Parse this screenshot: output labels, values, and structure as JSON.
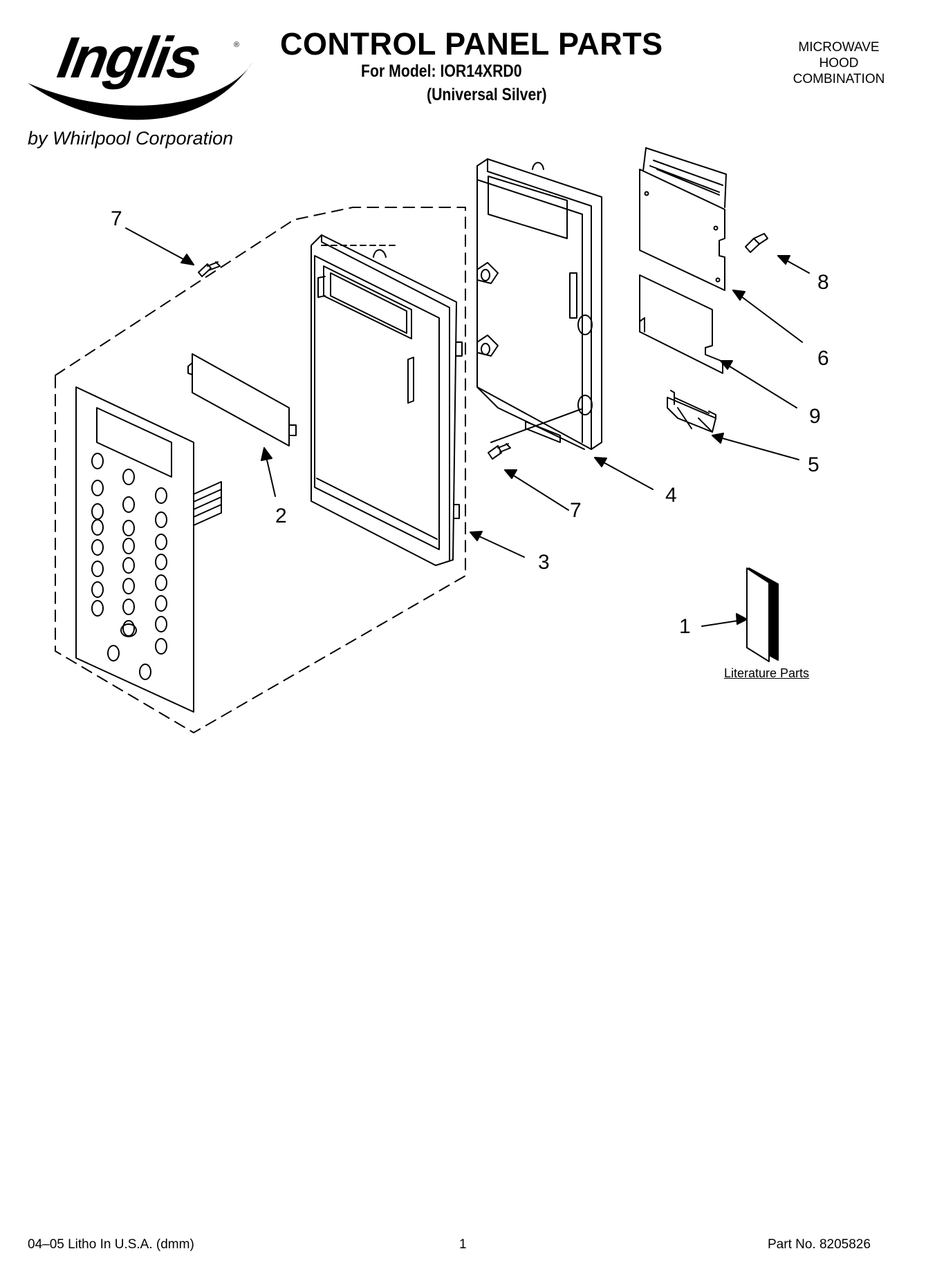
{
  "header": {
    "brand": "Inglis",
    "byline": "by Whirlpool Corporation",
    "title": "CONTROL PANEL PARTS",
    "model_line": "For Model: IOR14XRD0",
    "finish_line": "(Universal Silver)",
    "category": [
      "MICROWAVE",
      "HOOD",
      "COMBINATION"
    ]
  },
  "callouts": {
    "c7a": "7",
    "c2": "2",
    "c3": "3",
    "c7b": "7",
    "c4": "4",
    "c8": "8",
    "c6": "6",
    "c9": "9",
    "c5": "5",
    "c1": "1"
  },
  "literature_label": "Literature Parts",
  "footer": {
    "left": "04–05 Litho In U.S.A. (dmm)",
    "center": "1",
    "right": "Part No. 8205826"
  },
  "colors": {
    "ink": "#000000",
    "paper": "#ffffff"
  }
}
